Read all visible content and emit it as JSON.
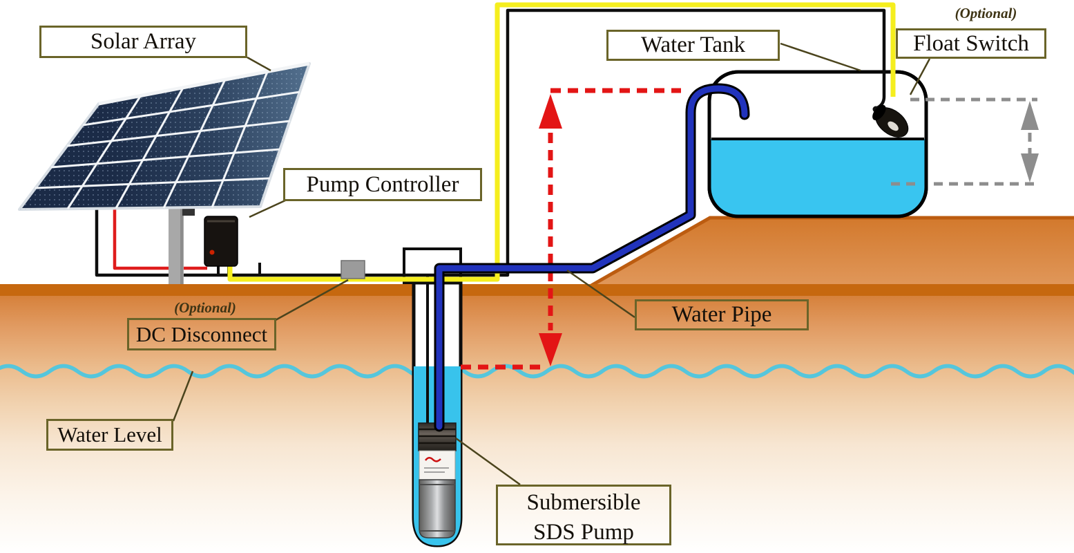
{
  "labels": {
    "solar_array": "Solar Array",
    "pump_controller": "Pump Controller",
    "water_tank": "Water Tank",
    "float_switch": "Float Switch",
    "float_switch_optional": "(Optional)",
    "dc_disconnect": "DC Disconnect",
    "dc_disconnect_optional": "(Optional)",
    "water_pipe": "Water Pipe",
    "water_level": "Water Level",
    "submersible_pump_line1": "Submersible",
    "submersible_pump_line2": "SDS Pump"
  },
  "colors": {
    "wire_yellow": "#F5EE1E",
    "wire_black": "#0D0D0D",
    "wire_red": "#DF1D1D",
    "pipe_blue": "#2133BC",
    "tank_water_cyan": "#39C5F0",
    "well_water_cyan": "#38C3EC",
    "water_table_line": "#55C6DC",
    "ground_orange": "#D57E30",
    "label_border_olive": "#6A6429",
    "flow_dashed_red": "#E31515",
    "level_dashed_gray": "#8D8D8D"
  }
}
